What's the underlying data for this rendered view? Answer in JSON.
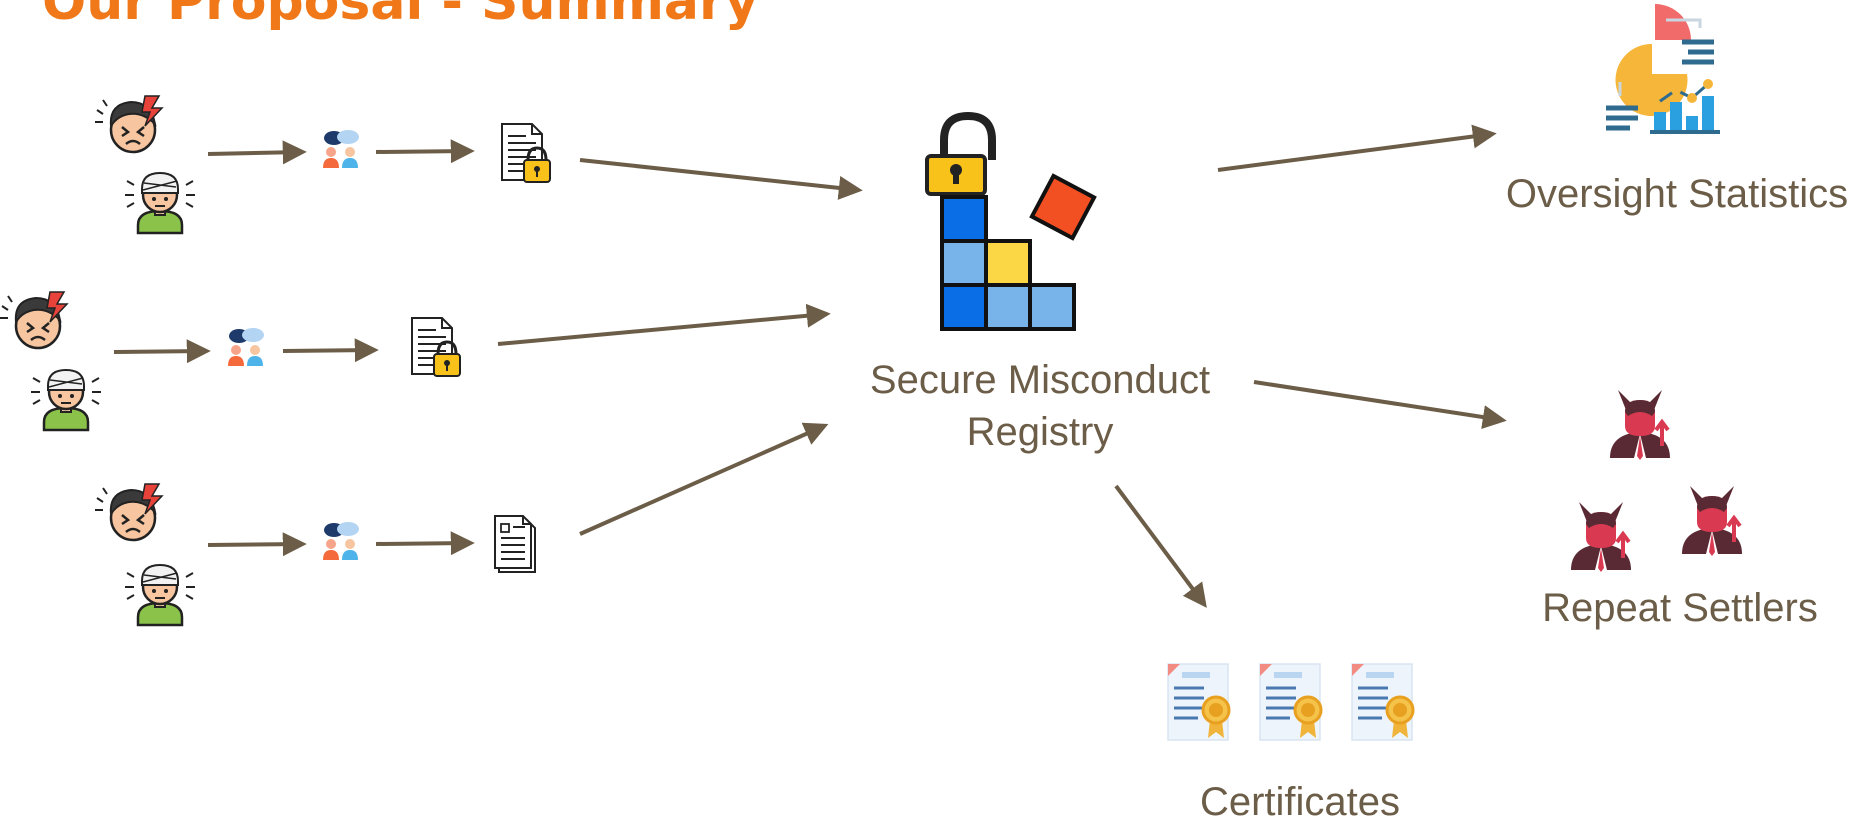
{
  "title": "Our Proposal - Summary",
  "registry": {
    "label_line1": "Secure Misconduct",
    "label_line2": "Registry"
  },
  "outputs": {
    "oversight_label": "Oversight Statistics",
    "settlers_label": "Repeat Settlers",
    "certificates_label": "Certificates"
  },
  "colors": {
    "title": "#f07818",
    "arrow": "#6b5d47",
    "label": "#6b5d47",
    "block_blue": "#0a6ee6",
    "block_light_blue": "#78b4ea",
    "block_yellow": "#fbd645",
    "block_orange": "#f25022",
    "lock_yellow": "#f8c21a",
    "devil_red": "#d93a52"
  },
  "icons": {
    "victim_angry": "angry-face-icon",
    "victim_injured": "injured-person-icon",
    "mediation": "mediation-meeting-icon",
    "doc_locked": "locked-document-icon",
    "doc_plain": "document-icon",
    "registry": "registry-blocks-lock-icon",
    "stats": "statistics-chart-icon",
    "settler": "devil-businessman-icon",
    "certificate": "certificate-icon"
  }
}
